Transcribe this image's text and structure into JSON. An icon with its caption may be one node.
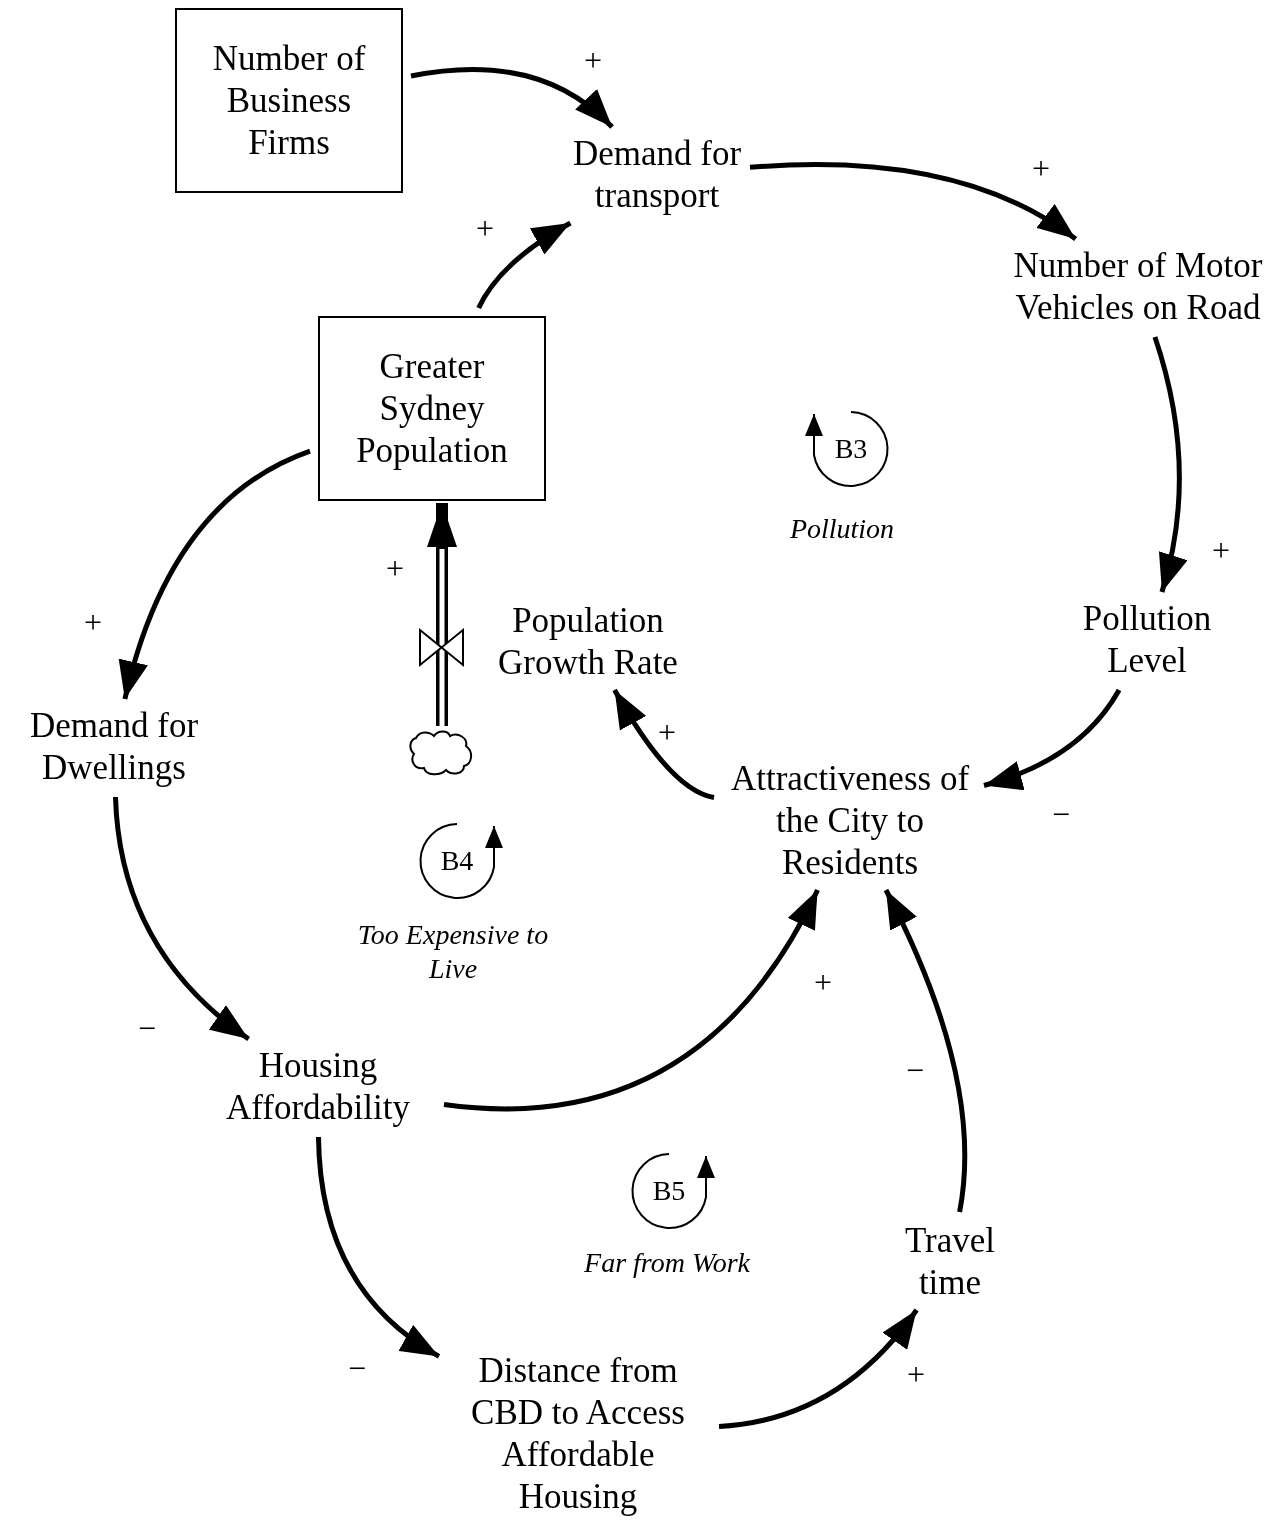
{
  "diagram": {
    "nodes": [
      {
        "text": [
          "Number of Business Firms"
        ]
      },
      {
        "text": [
          "Demand for transport"
        ]
      },
      {
        "text": [
          "Number of Motor Vehicles on Road"
        ]
      },
      {
        "text": [
          "Greater Sydney Population"
        ]
      },
      {
        "text": [
          "B3"
        ],
        "beside": [
          "Pollution"
        ]
      },
      {
        "text": [
          "Pollution Level"
        ]
      },
      {
        "text": [
          "Population Growth Rate"
        ]
      },
      {
        "text": [],
        "shape": "cloud"
      },
      {
        "text": [
          "Demand for Dwellings"
        ]
      },
      {
        "text": [
          "Attractiveness of the City to Residents"
        ]
      },
      {
        "text": [
          "B4"
        ],
        "beside": [
          "Too Expensive to Live"
        ]
      },
      {
        "text": [
          "Housing Affordability"
        ]
      },
      {
        "text": [
          "B5"
        ],
        "beside": [
          "Far from Work"
        ]
      },
      {
        "text": [
          "Travel time"
        ]
      },
      {
        "text": [
          "Distance from CBD to Access Affordable Housing"
        ]
      }
    ],
    "edges": [
      {
        "from": 0,
        "to": 1,
        "arrow": "to",
        "label": "+"
      },
      {
        "from": 1,
        "to": 2,
        "arrow": "to",
        "label": "+"
      },
      {
        "from": 3,
        "to": 1,
        "arrow": "to",
        "label": "+"
      },
      {
        "from": 2,
        "to": 5,
        "arrow": "to",
        "label": "+"
      },
      {
        "from": 5,
        "to": 9,
        "arrow": "to",
        "label": "−"
      },
      {
        "from": 9,
        "to": 6,
        "arrow": "to",
        "label": "+"
      },
      {
        "from": 7,
        "to": 3,
        "arrow": "to",
        "label": "+",
        "style": "thick"
      },
      {
        "from": 3,
        "to": 8,
        "arrow": "to",
        "label": "+"
      },
      {
        "from": 8,
        "to": 11,
        "arrow": "to",
        "label": "−"
      },
      {
        "from": 11,
        "to": 9,
        "arrow": "to",
        "label": "+"
      },
      {
        "from": 11,
        "to": 14,
        "arrow": "to",
        "label": "−"
      },
      {
        "from": 14,
        "to": 13,
        "arrow": "to",
        "label": "+"
      },
      {
        "from": 13,
        "to": 9,
        "arrow": "to",
        "label": "−"
      }
    ]
  }
}
